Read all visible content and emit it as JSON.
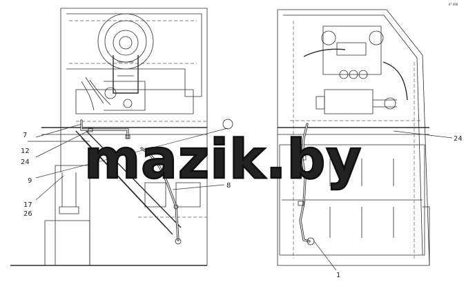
{
  "callouts": {
    "c7": "7",
    "c12": "12",
    "c24_left": "24",
    "c9": "9",
    "c17": "17",
    "c26": "26",
    "c8": "8",
    "c24_right": "24",
    "c1": "1"
  },
  "watermark": "mazik.by",
  "corner_mark": "6° 006"
}
